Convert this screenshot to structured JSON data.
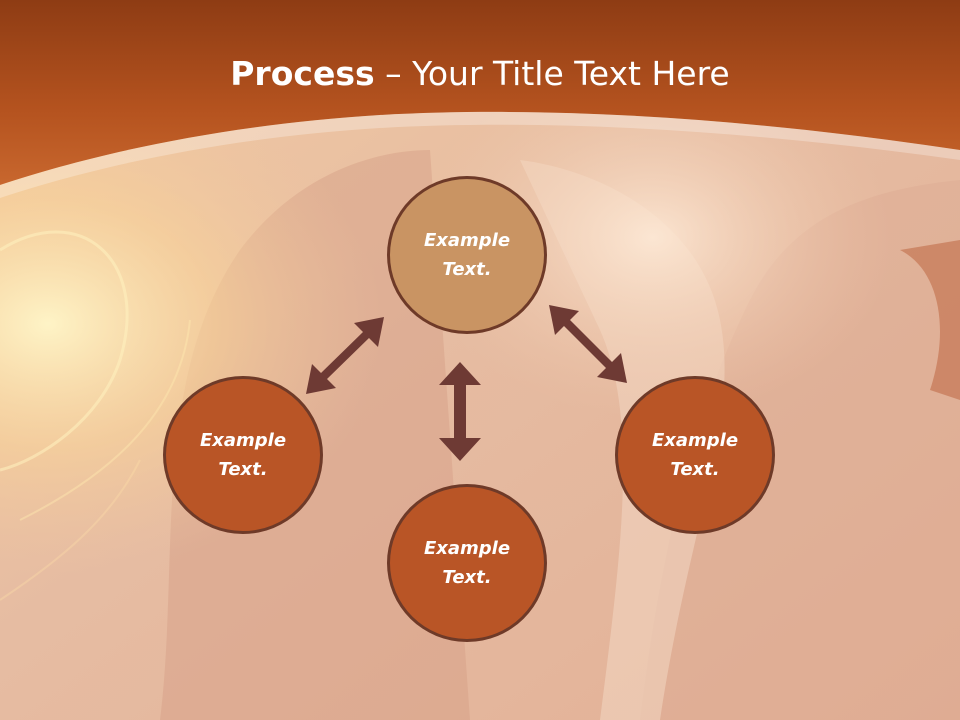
{
  "slide": {
    "title_bold": "Process",
    "title_rest": " – Your Title Text Here"
  },
  "nodes": {
    "top": {
      "line1": "Example",
      "line2": "Text."
    },
    "left": {
      "line1": "Example",
      "line2": "Text."
    },
    "bottom": {
      "line1": "Example",
      "line2": "Text."
    },
    "right": {
      "line1": "Example",
      "line2": "Text."
    }
  },
  "colors": {
    "header": "#b85a24",
    "node_fill_top": "#c99463",
    "node_fill": "#b95526",
    "node_border": "#6e3a28",
    "arrow": "#6e3a34"
  }
}
